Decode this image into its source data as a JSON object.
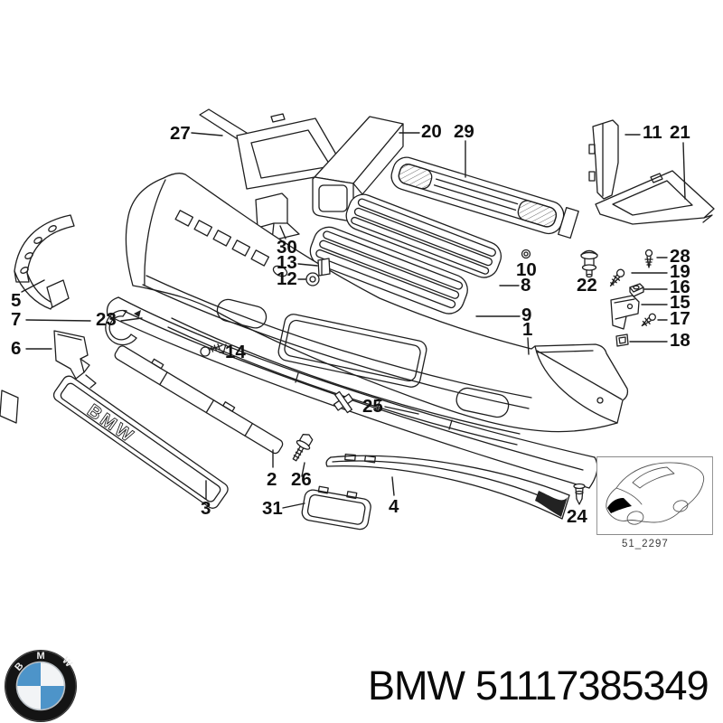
{
  "diagram": {
    "labels": {
      "n1": "1",
      "n2": "2",
      "n3": "3",
      "n4": "4",
      "n5": "5",
      "n6": "6",
      "n7": "7",
      "n8": "8",
      "n9": "9",
      "n10": "10",
      "n11": "11",
      "n12": "12",
      "n13": "13",
      "n14": "14",
      "n15": "15",
      "n16": "16",
      "n17": "17",
      "n18": "18",
      "n19": "19",
      "n20": "20",
      "n21": "21",
      "n22": "22",
      "n23": "23",
      "n24": "24",
      "n25": "25",
      "n26": "26",
      "n27": "27",
      "n28": "28",
      "n29": "29",
      "n30": "30",
      "n31": "31"
    },
    "strip_text": "BMW",
    "inset": {
      "code": "51_2297"
    }
  },
  "footer": {
    "logo": {
      "b": "B",
      "m": "M",
      "w": "W"
    },
    "brand": "BMW",
    "part_number": "51117385349"
  },
  "colors": {
    "line": "#1f1f1f",
    "roundel_blue": "#4d94c9",
    "background": "#ffffff"
  }
}
